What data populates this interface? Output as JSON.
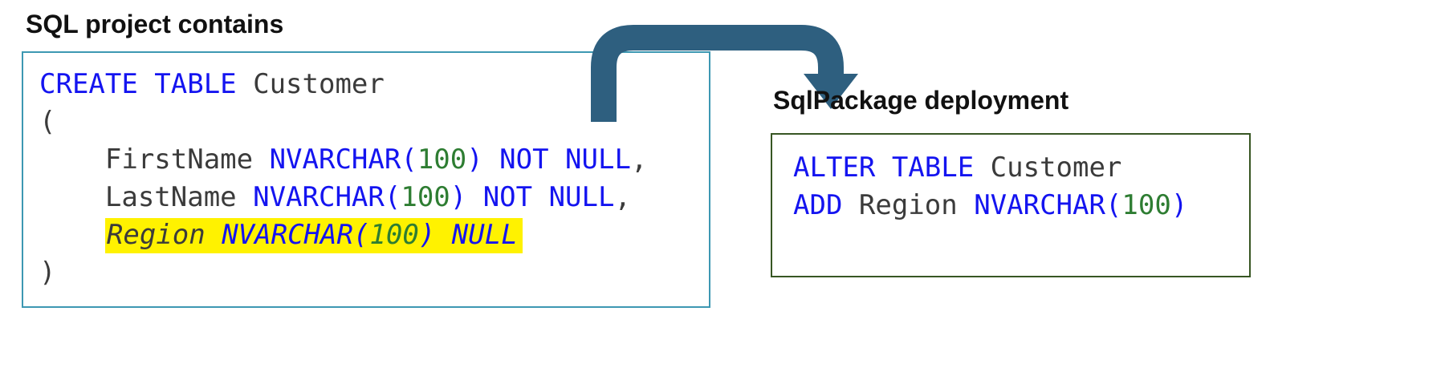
{
  "left_panel": {
    "title": "SQL project contains",
    "code": [
      {
        "tokens": [
          {
            "t": "kw",
            "s": "CREATE TABLE"
          },
          {
            "t": "id",
            "s": " Customer"
          }
        ]
      },
      {
        "tokens": [
          {
            "t": "id",
            "s": "("
          }
        ]
      },
      {
        "tokens": [
          {
            "t": "id",
            "s": "    FirstName "
          },
          {
            "t": "kw",
            "s": "NVARCHAR("
          },
          {
            "t": "num",
            "s": "100"
          },
          {
            "t": "kw",
            "s": ") NOT NULL"
          },
          {
            "t": "id",
            "s": ","
          }
        ]
      },
      {
        "tokens": [
          {
            "t": "id",
            "s": "    LastName "
          },
          {
            "t": "kw",
            "s": "NVARCHAR("
          },
          {
            "t": "num",
            "s": "100"
          },
          {
            "t": "kw",
            "s": ") NOT NULL"
          },
          {
            "t": "id",
            "s": ","
          }
        ]
      },
      {
        "indent": "    ",
        "highlight": true,
        "tokens": [
          {
            "t": "id",
            "s": "Region "
          },
          {
            "t": "kw",
            "s": "NVARCHAR("
          },
          {
            "t": "num",
            "s": "100"
          },
          {
            "t": "kw",
            "s": ") NULL"
          }
        ]
      },
      {
        "tokens": [
          {
            "t": "id",
            "s": ")"
          }
        ]
      }
    ]
  },
  "right_panel": {
    "title": "SqlPackage deployment",
    "code": [
      {
        "tokens": [
          {
            "t": "kw",
            "s": "ALTER TABLE"
          },
          {
            "t": "id",
            "s": " Customer"
          }
        ]
      },
      {
        "tokens": [
          {
            "t": "kw",
            "s": "ADD"
          },
          {
            "t": "id",
            "s": " Region "
          },
          {
            "t": "kw",
            "s": "NVARCHAR("
          },
          {
            "t": "num",
            "s": "100"
          },
          {
            "t": "kw",
            "s": ")"
          }
        ]
      }
    ]
  },
  "colors": {
    "keyword": "#1414F0",
    "identifier": "#3B3B3B",
    "number": "#2E7D32",
    "highlight": "#FFF200",
    "arrow": "#2E5F7F",
    "left_box_border": "#3D98B2",
    "right_box_border": "#375623"
  }
}
